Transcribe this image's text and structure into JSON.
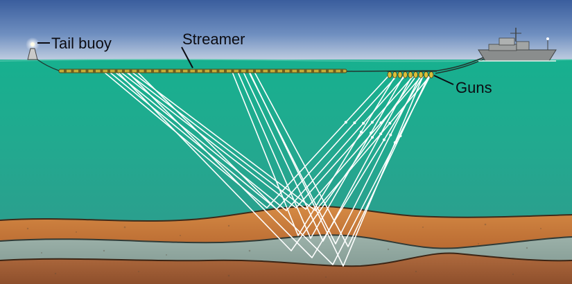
{
  "labels": {
    "tail_buoy": "Tail buoy",
    "streamer": "Streamer",
    "guns": "Guns"
  },
  "colors": {
    "sky_top": "#3d5f9e",
    "sky_bottom": "#aebfd8",
    "water_top": "#1fae93",
    "water_bottom": "#2aa391",
    "sediment_orange": "#c97a3a",
    "rock_grey": "#8aa39c",
    "rock_brown": "#a7623a",
    "ray_color": "#ffffff",
    "streamer_color": "#c8b03a",
    "gun_color": "#d8bf3a",
    "ship_color": "#8c8f8f"
  },
  "icons": {
    "tail_buoy": "buoy-icon",
    "ship": "ship-icon",
    "guns": "air-gun-array-icon"
  }
}
